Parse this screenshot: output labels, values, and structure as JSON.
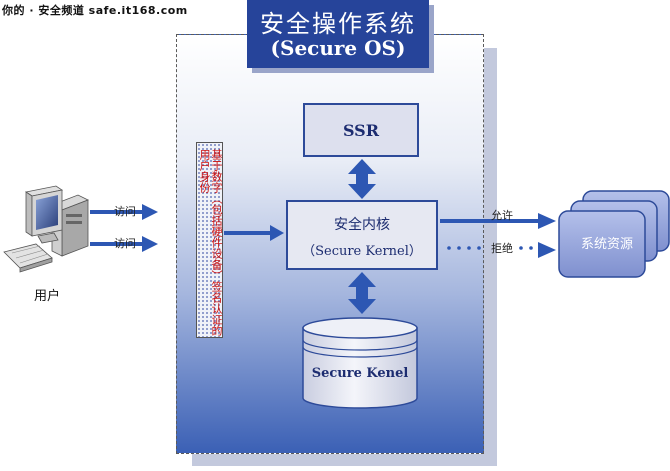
{
  "watermark": "你的 · 安全频道 safe.it168.com",
  "title": {
    "cn": "安全操作系统",
    "en": "(Secure OS)"
  },
  "ssr": "SSR",
  "kernel": {
    "cn": "安全内核",
    "en": "（Secure Kernel）"
  },
  "auth_text": "基于数字（包括硬件设备）签名认证的用户身份",
  "database": "Secure Kenel",
  "user": {
    "label": "用户",
    "access1": "访问",
    "access2": "访问"
  },
  "flows": {
    "allow": "允许",
    "deny": "拒绝"
  },
  "resource": "系统资源",
  "colors": {
    "panel_dark": "#3b60b5",
    "title_bg": "#26449a",
    "arrow": "#2d57b3",
    "auth_text": "#cc1111",
    "resource": "#8f9fd6"
  }
}
